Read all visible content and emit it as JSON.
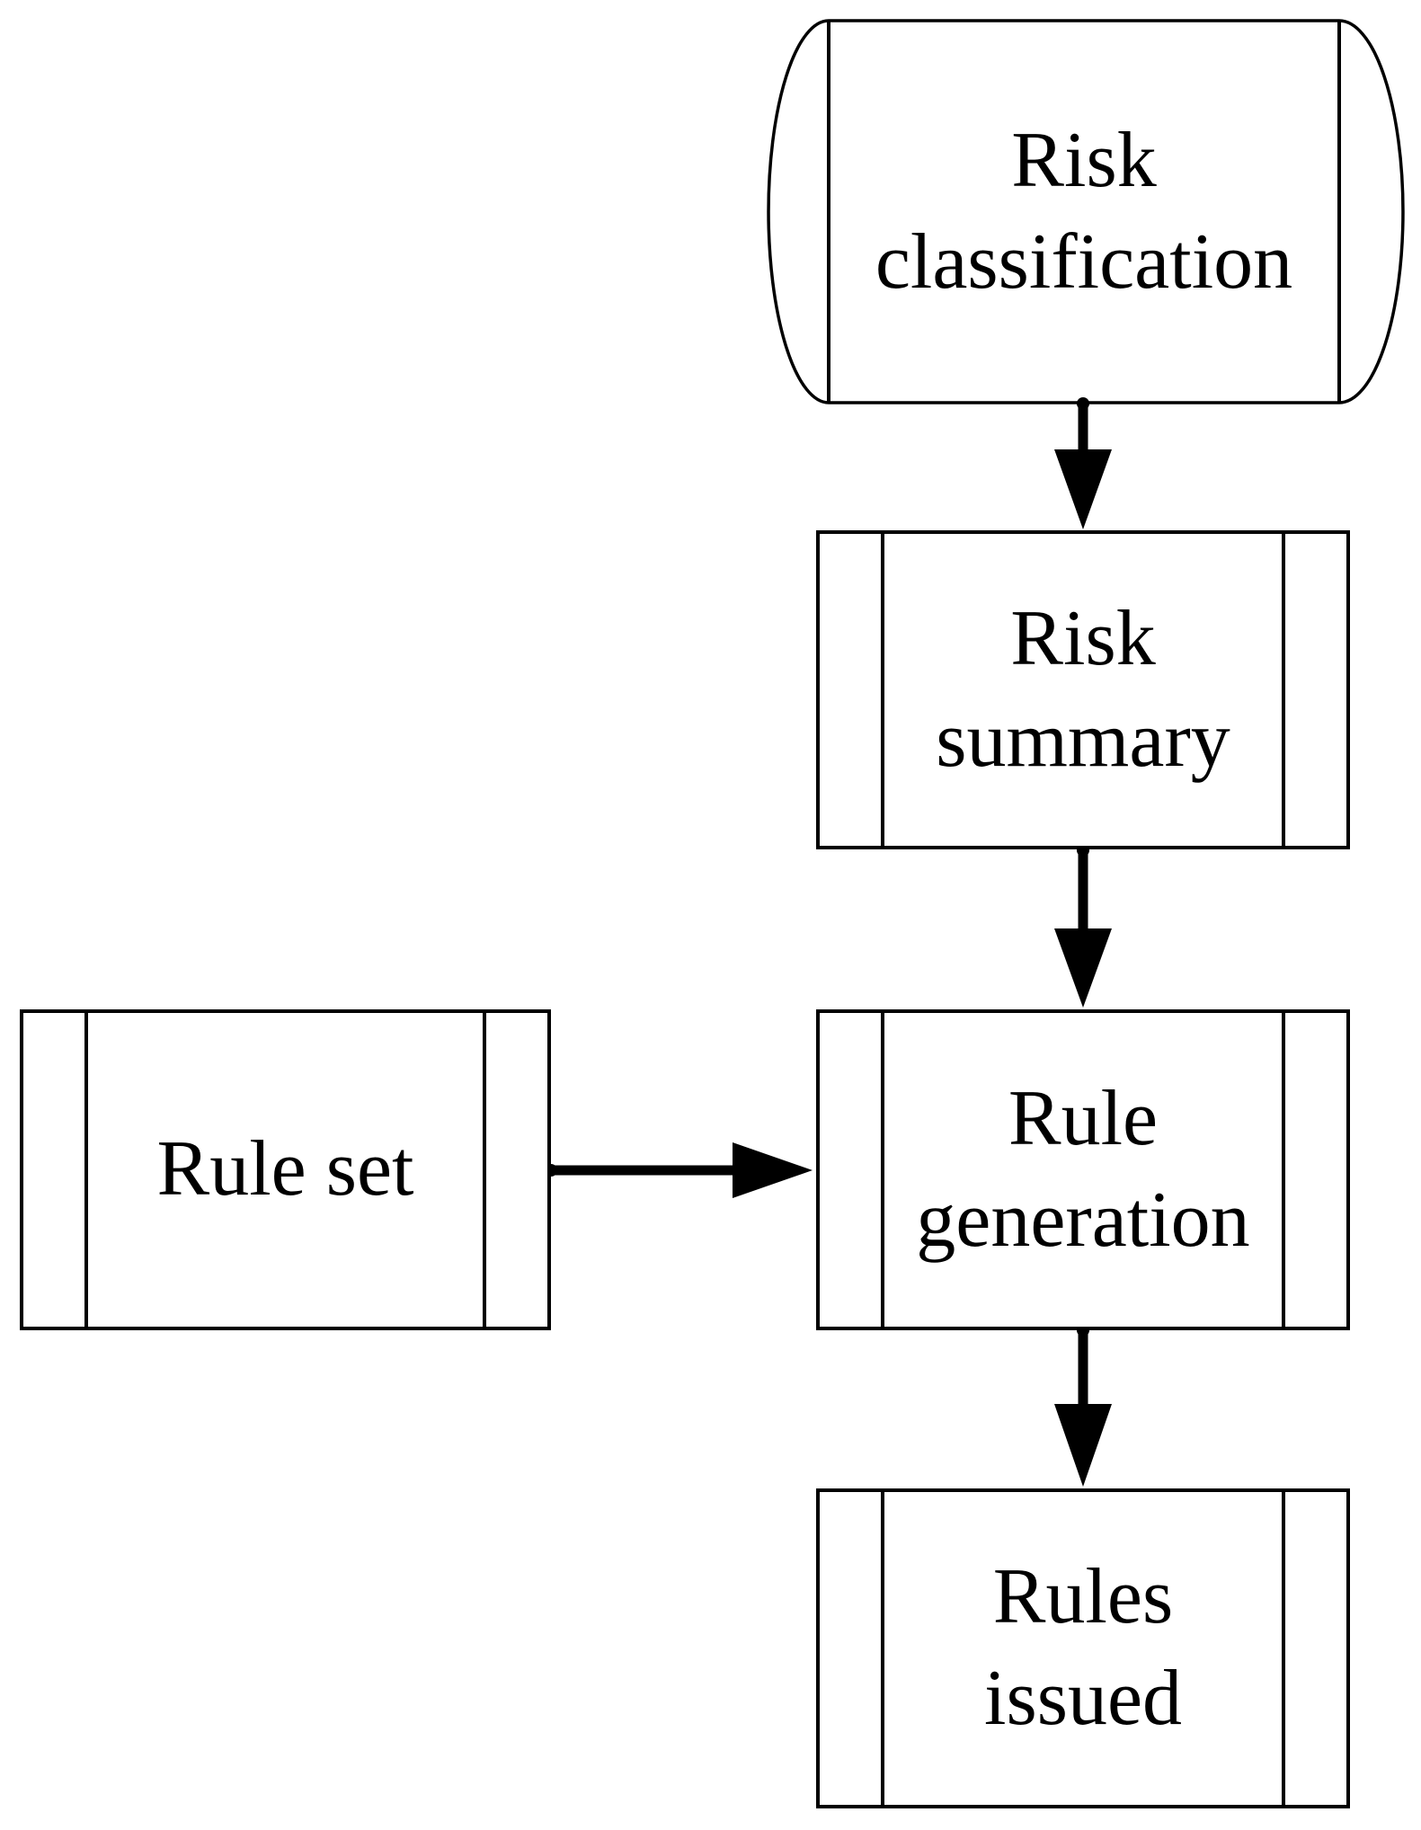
{
  "diagram": {
    "background_color": "#ffffff",
    "stroke_color": "#000000",
    "nodes": {
      "risk_classification": {
        "label": "Risk\nclassification",
        "shape": "horizontal-cylinder"
      },
      "risk_summary": {
        "label": "Risk\nsummary",
        "shape": "predefined-process"
      },
      "rule_set": {
        "label": "Rule set",
        "shape": "predefined-process"
      },
      "rule_generation": {
        "label": "Rule\ngeneration",
        "shape": "predefined-process"
      },
      "rules_issued": {
        "label": "Rules\nissued",
        "shape": "predefined-process"
      }
    },
    "edges": [
      {
        "from": "risk_classification",
        "to": "risk_summary",
        "direction": "down"
      },
      {
        "from": "risk_summary",
        "to": "rule_generation",
        "direction": "down"
      },
      {
        "from": "rule_set",
        "to": "rule_generation",
        "direction": "right"
      },
      {
        "from": "rule_generation",
        "to": "rules_issued",
        "direction": "down"
      }
    ]
  }
}
